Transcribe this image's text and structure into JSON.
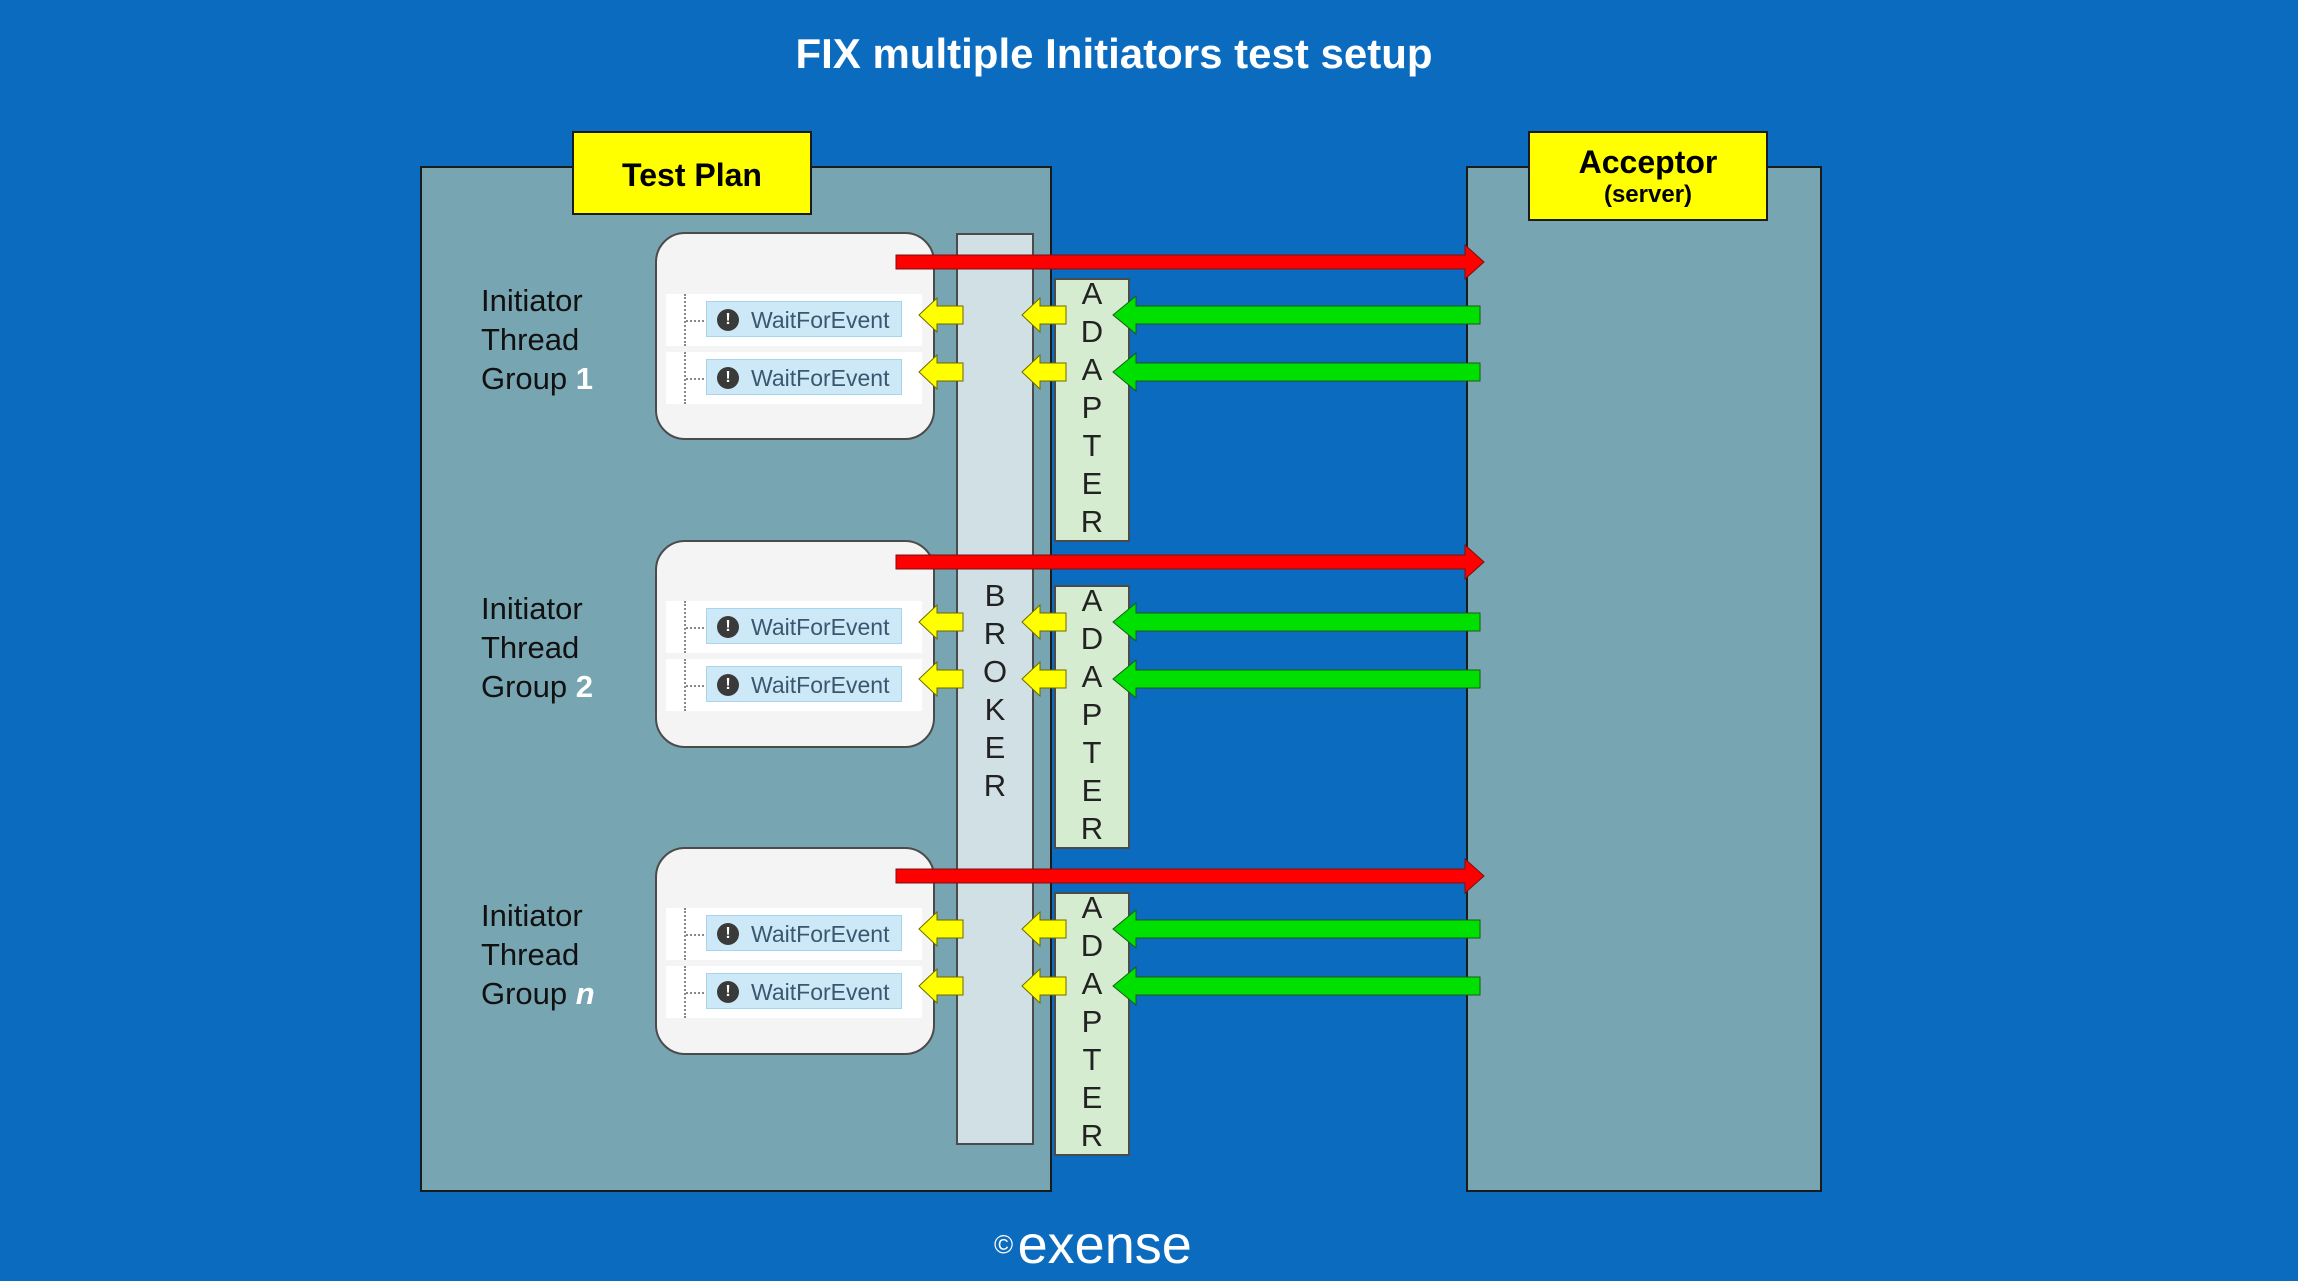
{
  "title": "FIX multiple Initiators test setup",
  "test_plan_label": "Test Plan",
  "acceptor": {
    "label": "Acceptor",
    "sublabel": "(server)"
  },
  "broker_label": "B\nR\nO\nK\nE\nR",
  "adapter_label": "A\nD\nA\nP\nT\nE\nR",
  "groups": [
    {
      "line1": "Initiator",
      "line2": "Thread",
      "line3": "Group ",
      "number": "1",
      "events": [
        "WaitForEvent",
        "WaitForEvent"
      ]
    },
    {
      "line1": "Initiator",
      "line2": "Thread",
      "line3": "Group ",
      "number": "2",
      "events": [
        "WaitForEvent",
        "WaitForEvent"
      ]
    },
    {
      "line1": "Initiator",
      "line2": "Thread",
      "line3": "Group ",
      "number": "n",
      "events": [
        "WaitForEvent",
        "WaitForEvent"
      ]
    }
  ],
  "event_icon": "exclamation-icon",
  "copyright": {
    "symbol": "©",
    "brand": "exense"
  },
  "colors": {
    "background": "#0a6bbf",
    "panel": "#77a5b1",
    "label_yellow": "#ffff00",
    "outgoing_arrow": "#ff0000",
    "incoming_arrow": "#00e000",
    "relay_arrow": "#ffff00",
    "broker": "#d1e0e5",
    "adapter": "#d6ecd1"
  }
}
